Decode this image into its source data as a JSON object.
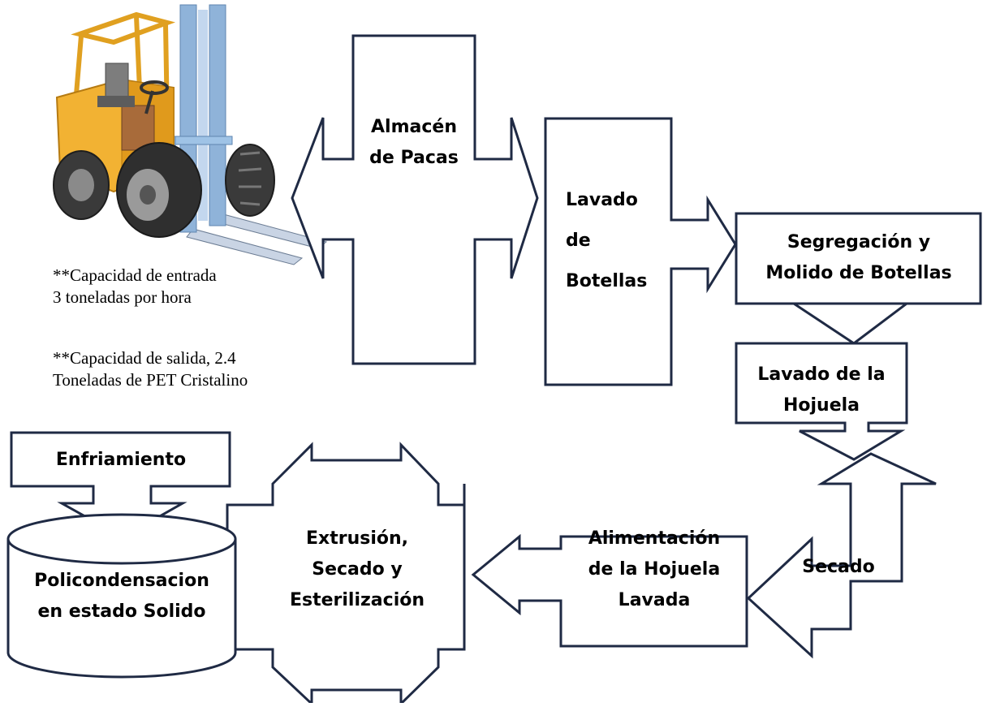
{
  "diagram": {
    "almacen": [
      "Almacén",
      "de Pacas"
    ],
    "lavado_botellas": [
      "Lavado",
      "de",
      "Botellas"
    ],
    "segregacion": [
      "Segregación y",
      "Molido de Botellas"
    ],
    "lavado_hojuela": [
      "Lavado de la",
      "Hojuela"
    ],
    "secado": "Secado",
    "alimentacion": [
      "Alimentación",
      "de la Hojuela",
      "Lavada"
    ],
    "extrusion": [
      "Extrusión,",
      "Secado y",
      "Esterilización"
    ],
    "enfriamiento": "Enfriamiento",
    "policondensacion": [
      "Policondensacion",
      "en estado Solido"
    ]
  },
  "notes": {
    "entrada": [
      "**Capacidad de entrada",
      "3 toneladas por hora"
    ],
    "salida": [
      "**Capacidad de salida, 2.4",
      "Toneladas de PET Cristalino"
    ]
  },
  "colors": {
    "outline": "#1f2a44",
    "forklift_body": "#f2b233",
    "forklift_mast": "#8fb3d9"
  },
  "icons": {
    "forklift": "forklift-icon"
  }
}
